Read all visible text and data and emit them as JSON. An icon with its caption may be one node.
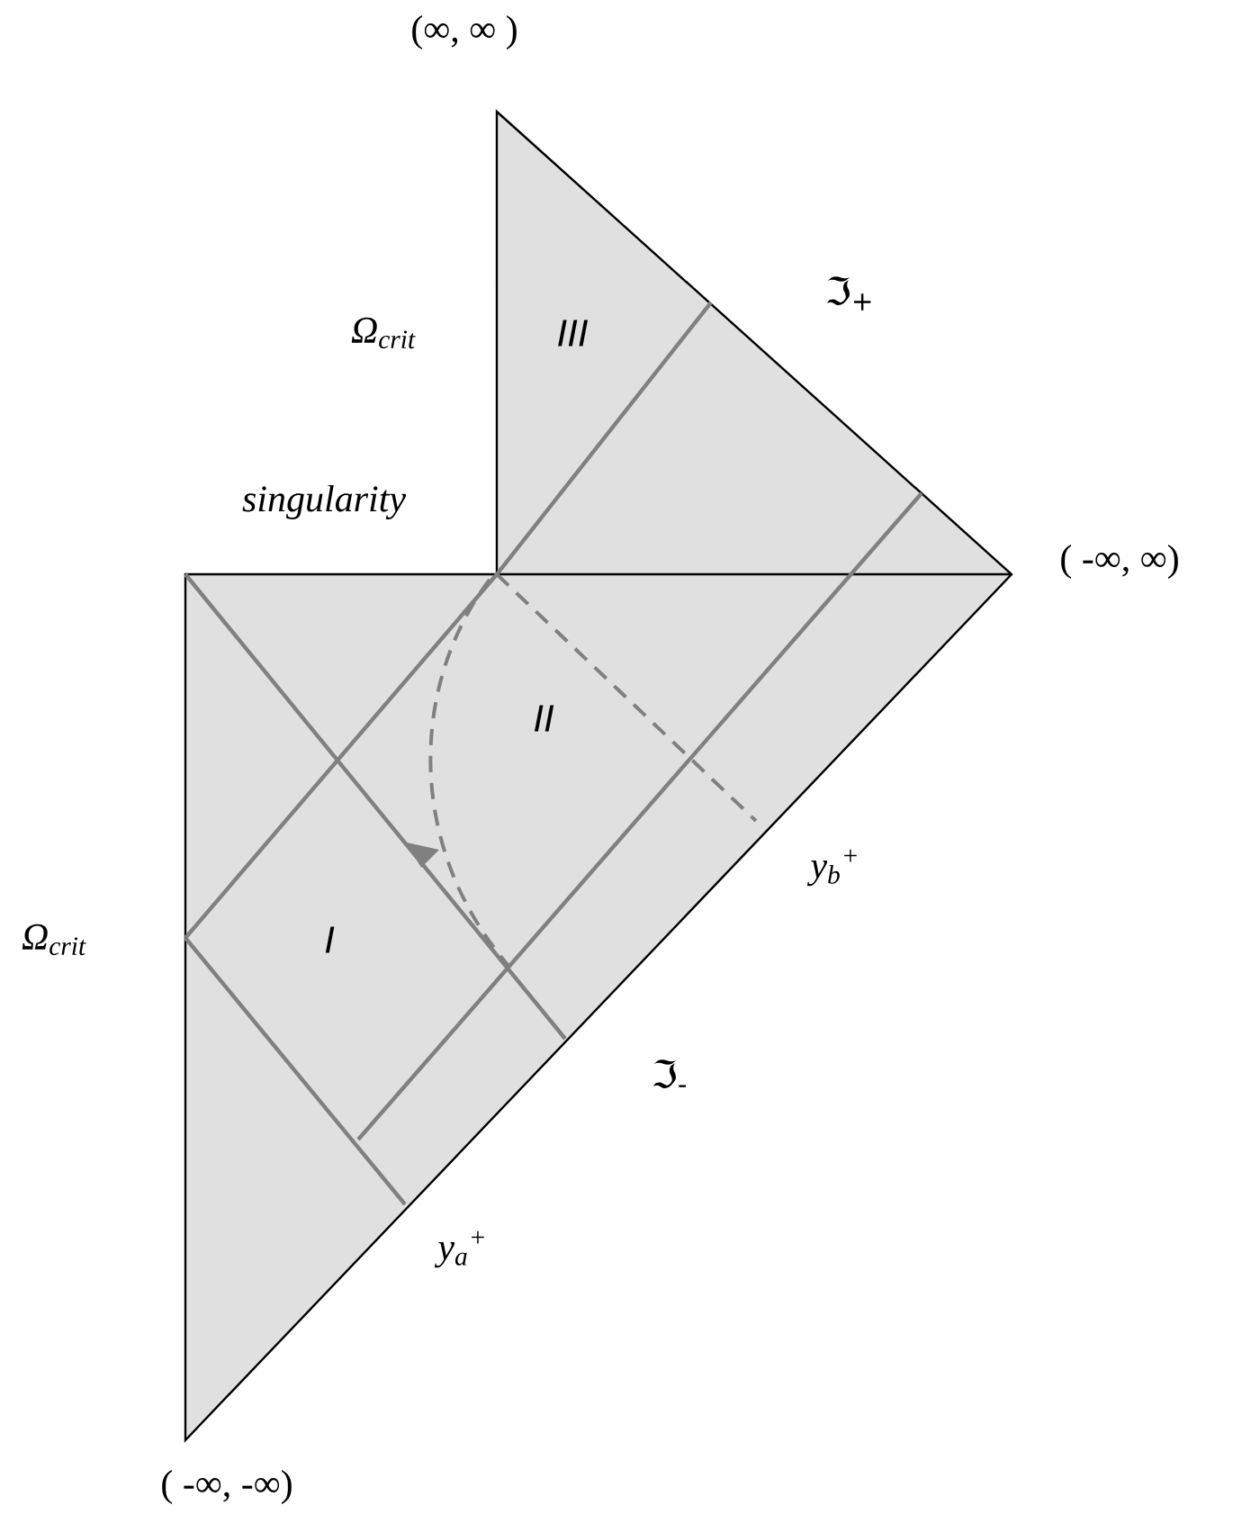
{
  "diagram": {
    "labels": [
      "(∞, ∞ )",
      "Ω$_{crit}$",
      "III",
      "ℑ$_{+}$",
      "singularity",
      "( -∞, ∞)",
      "II",
      "Ω$_{crit}$",
      "I",
      "y$_{b}$$^{+}$",
      "ℑ$_{-}$",
      "y$_{a}$$^{+}$",
      "( -∞, -∞)"
    ]
  }
}
